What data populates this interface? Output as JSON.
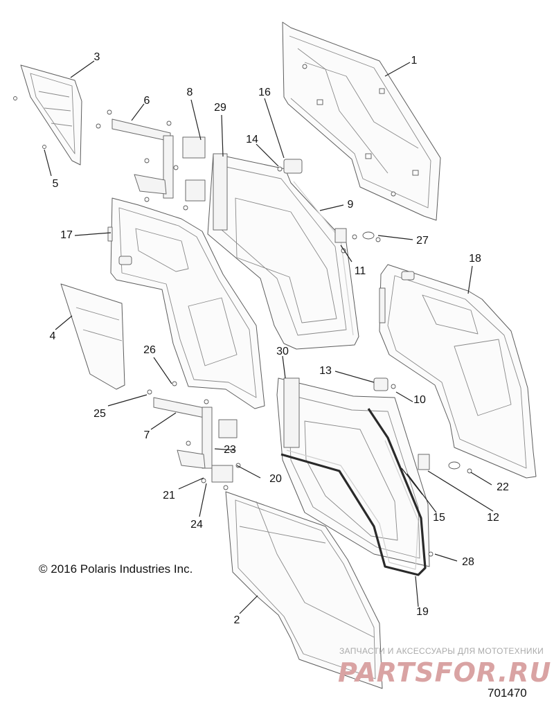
{
  "callouts": [
    "1",
    "2",
    "3",
    "4",
    "5",
    "6",
    "7",
    "8",
    "9",
    "10",
    "11",
    "12",
    "13",
    "14",
    "15",
    "16",
    "17",
    "18",
    "19",
    "20",
    "21",
    "22",
    "23",
    "24",
    "25",
    "26",
    "27",
    "28",
    "29",
    "30"
  ],
  "copyright": "© 2016 Polaris Industries Inc.",
  "drawing_number": "701470",
  "watermark": {
    "tagline": "ЗАПЧАСТИ И АКСЕССУАРЫ ДЛЯ МОТОТЕХНИКИ",
    "logo": "PARTSFOR.RU"
  }
}
